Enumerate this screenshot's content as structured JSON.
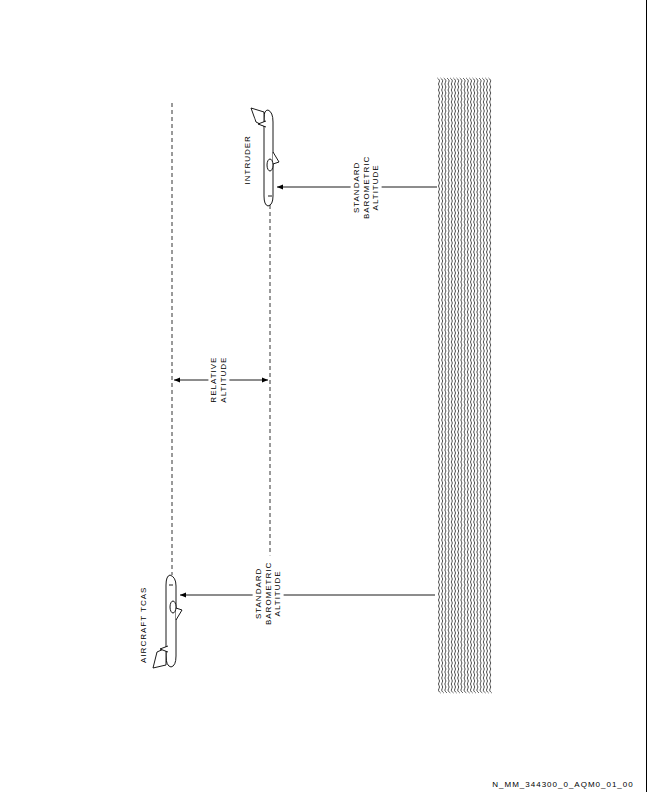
{
  "diagram": {
    "labels": [
      "INTRUDER",
      "STANDARD BAROMETRIC ALTITUDE",
      "RELATIVE ALTITUDE",
      "AIRCRAFT TCAS",
      "STANDARD BAROMETRIC ALTITUDE",
      "N_MM_344300_0_AQM0_01_00"
    ]
  }
}
